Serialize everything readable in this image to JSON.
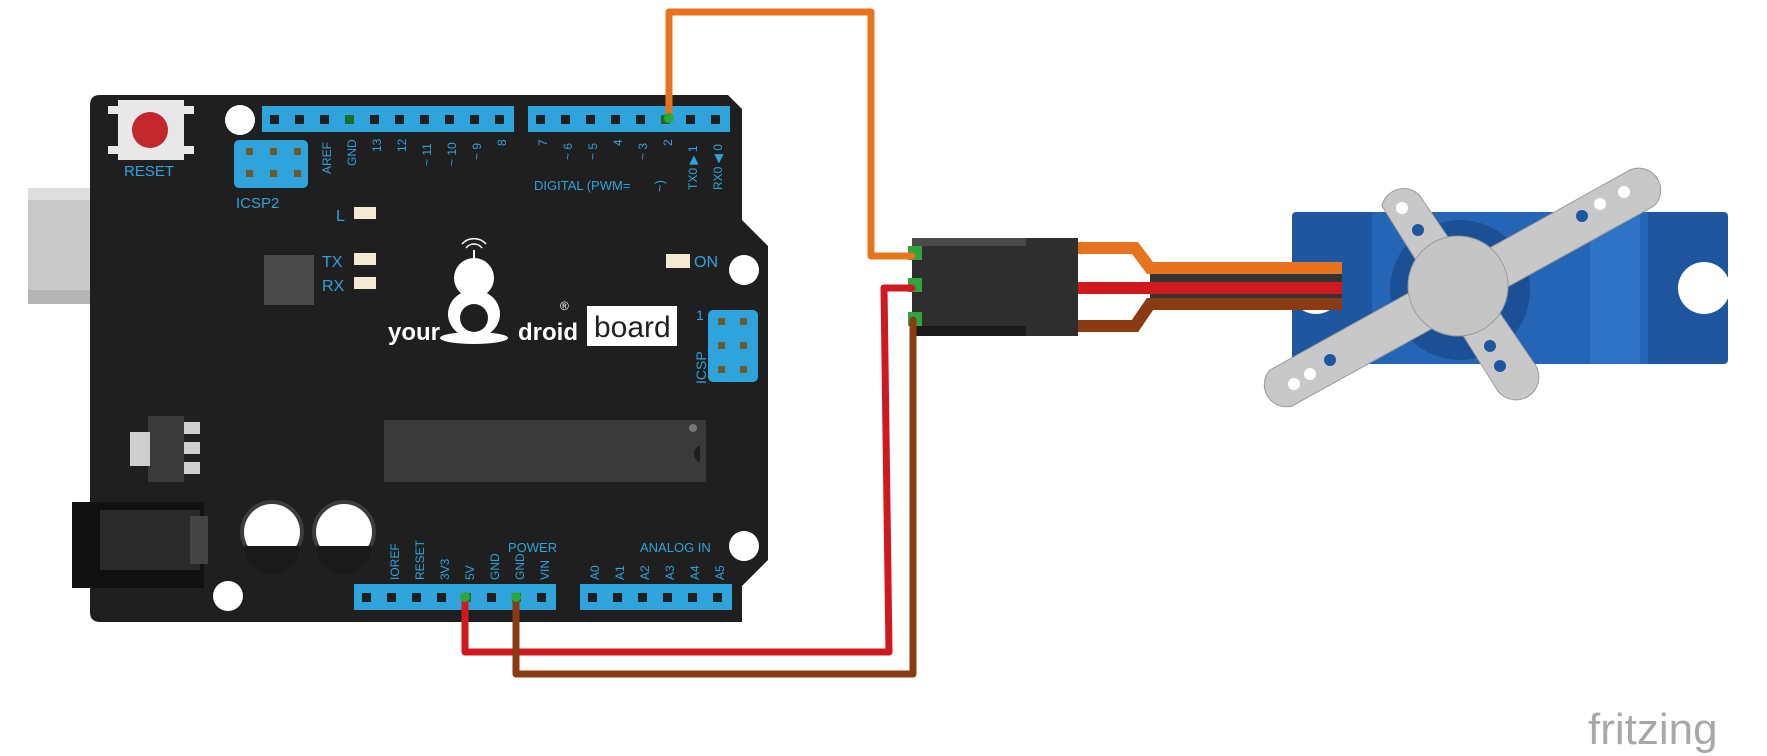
{
  "board": {
    "reset_label": "RESET",
    "icsp2_label": "ICSP2",
    "icsp_label": "ICSP",
    "icsp_pin1": "1",
    "led_l": "L",
    "led_tx": "TX",
    "led_rx": "RX",
    "led_on": "ON",
    "digital_label": "DIGITAL  (PWM=",
    "digital_tilde": "~)",
    "power_label": "POWER",
    "analog_label": "ANALOG  IN",
    "top_left_pins": [
      "AREF",
      "GND",
      "13",
      "12",
      "~ 11",
      "~ 10",
      "~ 9",
      "8"
    ],
    "top_right_pins": [
      "7",
      "~ 6",
      "~ 5",
      "4",
      "~ 3",
      "2",
      "TX0 ▶ 1",
      "RX0 ◀ 0"
    ],
    "power_pins": [
      "IOREF",
      "RESET",
      "3V3",
      "5V",
      "GND",
      "GND",
      "VIN"
    ],
    "analog_pins": [
      "A0",
      "A1",
      "A2",
      "A3",
      "A4",
      "A5"
    ],
    "logo_your": "your",
    "logo_droid": "droid",
    "logo_reg": "®",
    "logo_board": "board"
  },
  "wires": [
    {
      "from": "digital 2",
      "to": "servo signal",
      "color": "#e8731f"
    },
    {
      "from": "5V",
      "to": "servo power",
      "color": "#d0181f"
    },
    {
      "from": "GND",
      "to": "servo ground",
      "color": "#8a3b12"
    }
  ],
  "colors": {
    "board": "#1f1f1f",
    "pin_header": "#2ea3dc",
    "servo_body": "#1e56a0",
    "signal": "#e8731f",
    "power": "#d0181f",
    "ground": "#8a3b12"
  },
  "watermark": "fritzing"
}
